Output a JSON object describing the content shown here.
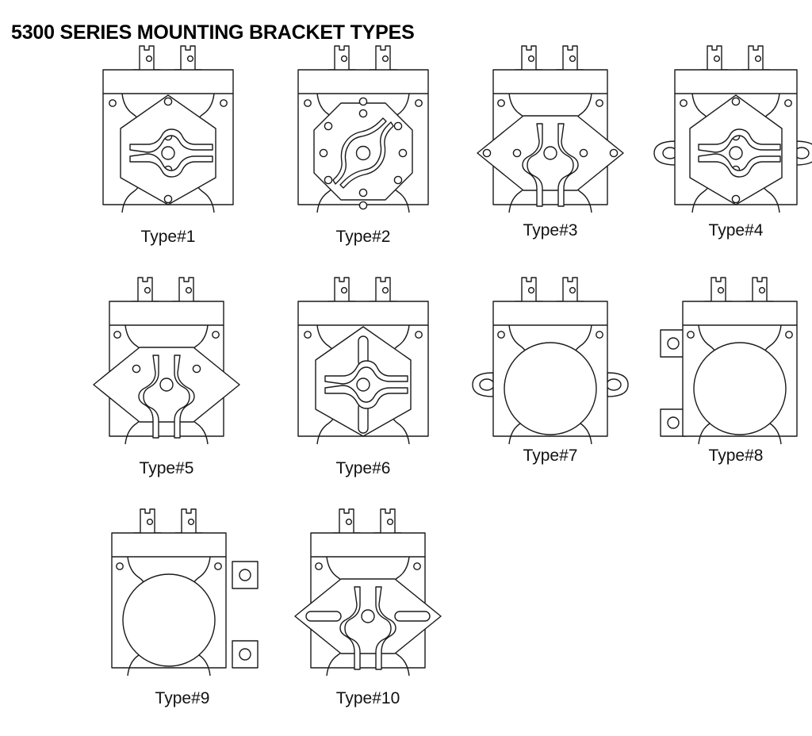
{
  "page": {
    "title": "5300 SERIES MOUNTING BRACKET TYPES",
    "background_color": "#ffffff",
    "line_color": "#1a1a1a",
    "fill_color": "#ffffff",
    "title_color": "#000000",
    "label_color": "#111111"
  },
  "figures": [
    {
      "id": "type-1",
      "label": "Type#1",
      "plate_shape": "diamond-hexagon",
      "center_hole": true,
      "slot_style": "horizontal-wave-pair",
      "corner_holes": 2,
      "plate_holes": 4,
      "side_lugs": "none",
      "label_offset": "mid"
    },
    {
      "id": "type-2",
      "label": "Type#2",
      "plate_shape": "octagon",
      "center_hole": true,
      "slot_style": "diagonal-s-curve-pair",
      "corner_holes": 2,
      "plate_holes": 8,
      "side_lugs": "none",
      "label_offset": "mid"
    },
    {
      "id": "type-3",
      "label": "Type#3",
      "plate_shape": "wide-hexagon",
      "center_hole": true,
      "slot_style": "vertical-wave-pair",
      "corner_holes": 2,
      "plate_holes": 4,
      "side_lugs": "none",
      "label_offset": "up"
    },
    {
      "id": "type-4",
      "label": "Type#4",
      "plate_shape": "diamond-hexagon",
      "center_hole": true,
      "slot_style": "horizontal-wave-pair",
      "corner_holes": 2,
      "plate_holes": 4,
      "side_lugs": "oval-both-sides",
      "label_offset": "up"
    },
    {
      "id": "type-5",
      "label": "Type#5",
      "plate_shape": "wide-hexagon",
      "center_hole": true,
      "slot_style": "vertical-wave-pair",
      "corner_holes": 2,
      "plate_holes": 4,
      "side_lugs": "none",
      "label_offset": "mid"
    },
    {
      "id": "type-6",
      "label": "Type#6",
      "plate_shape": "diamond-hexagon",
      "center_hole": true,
      "slot_style": "horizontal-wave-pair",
      "corner_holes": 2,
      "plate_holes": 2,
      "oblong_slots": "vertical-top-bottom",
      "side_lugs": "none",
      "label_offset": "mid"
    },
    {
      "id": "type-7",
      "label": "Type#7",
      "plate_shape": "round",
      "center_hole": false,
      "slot_style": "none",
      "corner_holes": 2,
      "plate_holes": 0,
      "side_lugs": "oval-both-sides",
      "label_offset": "up"
    },
    {
      "id": "type-8",
      "label": "Type#8",
      "plate_shape": "round",
      "center_hole": false,
      "slot_style": "none",
      "corner_holes": 2,
      "plate_holes": 0,
      "side_lugs": "square-left-pair",
      "label_offset": "up"
    },
    {
      "id": "type-9",
      "label": "Type#9",
      "plate_shape": "round",
      "center_hole": false,
      "slot_style": "none",
      "corner_holes": 2,
      "plate_holes": 0,
      "side_lugs": "square-right-pair",
      "label_offset": "mid"
    },
    {
      "id": "type-10",
      "label": "Type#10",
      "plate_shape": "wide-hexagon",
      "center_hole": true,
      "slot_style": "vertical-wave-pair",
      "corner_holes": 2,
      "plate_holes": 0,
      "oblong_slots": "horizontal-left-right",
      "side_lugs": "none",
      "label_offset": "mid"
    }
  ]
}
